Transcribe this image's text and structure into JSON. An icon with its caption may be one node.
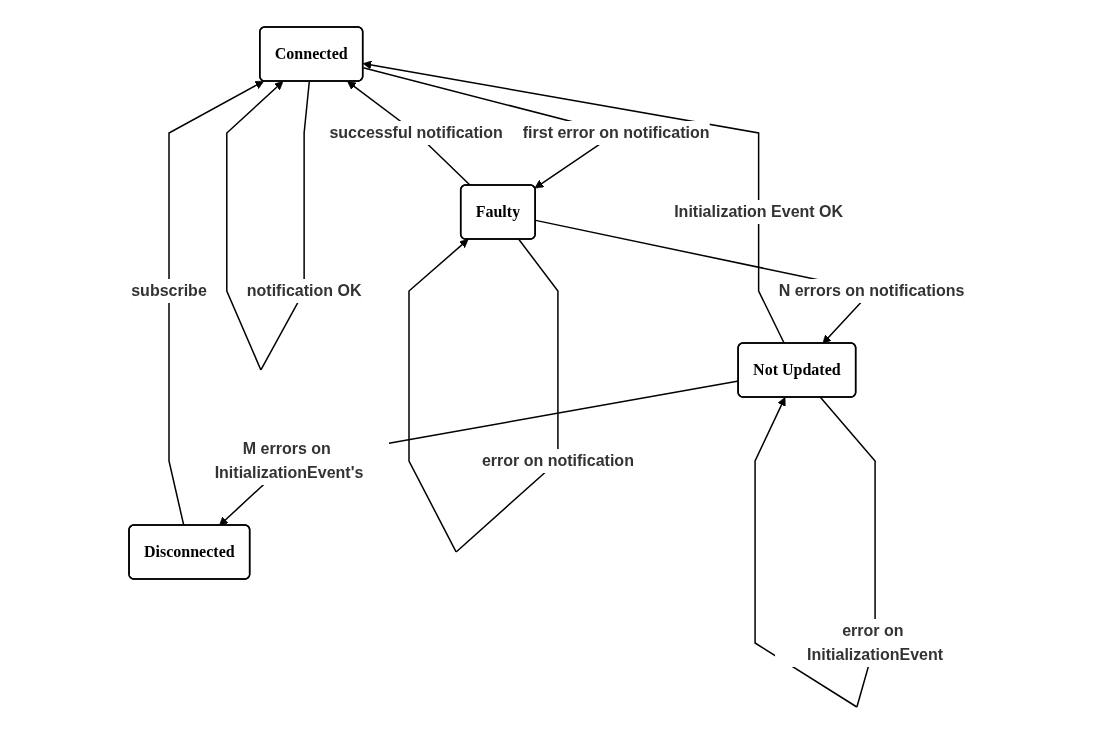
{
  "diagram": {
    "nodes": [
      {
        "text": [
          "Connected"
        ]
      },
      {
        "text": [
          "Disconnected"
        ]
      },
      {
        "text": [
          "Faulty"
        ]
      },
      {
        "text": [
          "Not Updated"
        ]
      }
    ],
    "edges": [
      {
        "from": 0,
        "to": 0,
        "arrow": "to",
        "label": "notification OK"
      },
      {
        "from": 1,
        "to": 0,
        "arrow": "to",
        "label": "subscribe"
      },
      {
        "from": 0,
        "to": 2,
        "arrow": "to",
        "label": "first error on notification"
      },
      {
        "from": 2,
        "to": 2,
        "arrow": "to",
        "label": "error on notification"
      },
      {
        "from": 2,
        "to": 0,
        "arrow": "to",
        "label": "successful notification"
      },
      {
        "from": 3,
        "to": 0,
        "arrow": "to",
        "label": "Initialization Event OK"
      },
      {
        "from": 2,
        "to": 3,
        "arrow": "to",
        "label": "N errors on notifications"
      },
      {
        "from": 3,
        "to": 1,
        "arrow": "to",
        "label": "M errors on InitializationEvent's"
      },
      {
        "from": 3,
        "to": 3,
        "arrow": "to",
        "label": "error on InitializationEvent"
      }
    ]
  }
}
